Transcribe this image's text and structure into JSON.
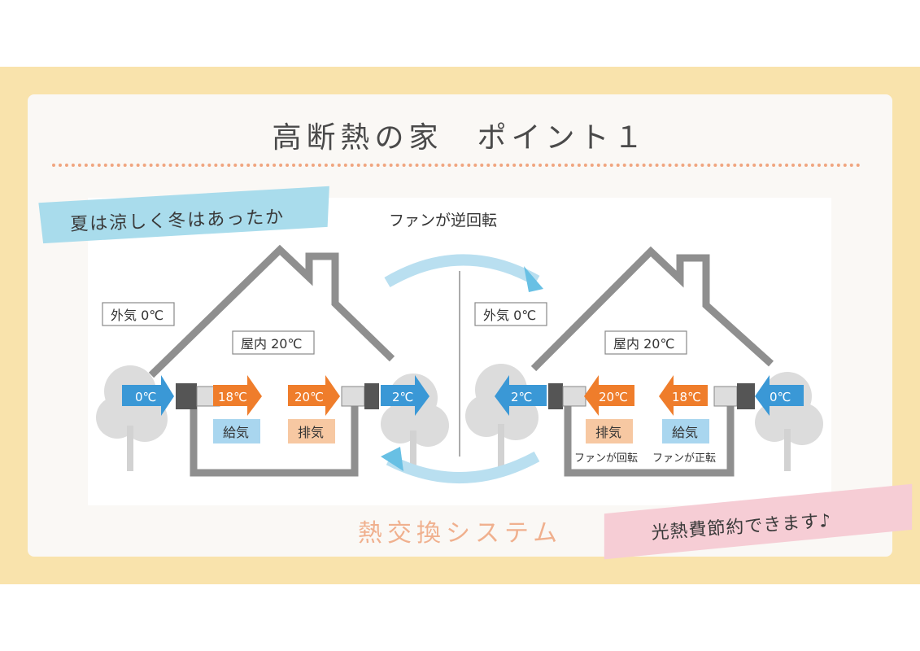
{
  "title": "高断熱の家　ポイント１",
  "tag_top": "夏は涼しく冬はあったか",
  "tag_bottom": "光熱費節約できます♪",
  "caption": "熱交換システム",
  "diagram": {
    "fan_reverse": "ファンが逆回転",
    "left": {
      "outside": "外気 0℃",
      "inside": "屋内 20℃",
      "arrow_in": "0℃",
      "arrow_supply": "18℃",
      "arrow_exhaust": "20℃",
      "arrow_out": "2℃",
      "supply_label": "給気",
      "exhaust_label": "排気"
    },
    "right": {
      "outside": "外気 0℃",
      "inside": "屋内 20℃",
      "arrow_out": "2℃",
      "arrow_exhaust": "20℃",
      "arrow_supply": "18℃",
      "arrow_in": "0℃",
      "exhaust_label": "排気",
      "supply_label": "給気",
      "fan_rotate": "ファンが回転",
      "fan_forward": "ファンが正転"
    }
  },
  "colors": {
    "band": "#f9e3ac",
    "blue_arrow": "#3a98d6",
    "orange_arrow": "#ef7d2b",
    "tag_blue": "#a9dcec",
    "tag_pink": "#f6cdd5",
    "house": "#8f8f8f"
  }
}
